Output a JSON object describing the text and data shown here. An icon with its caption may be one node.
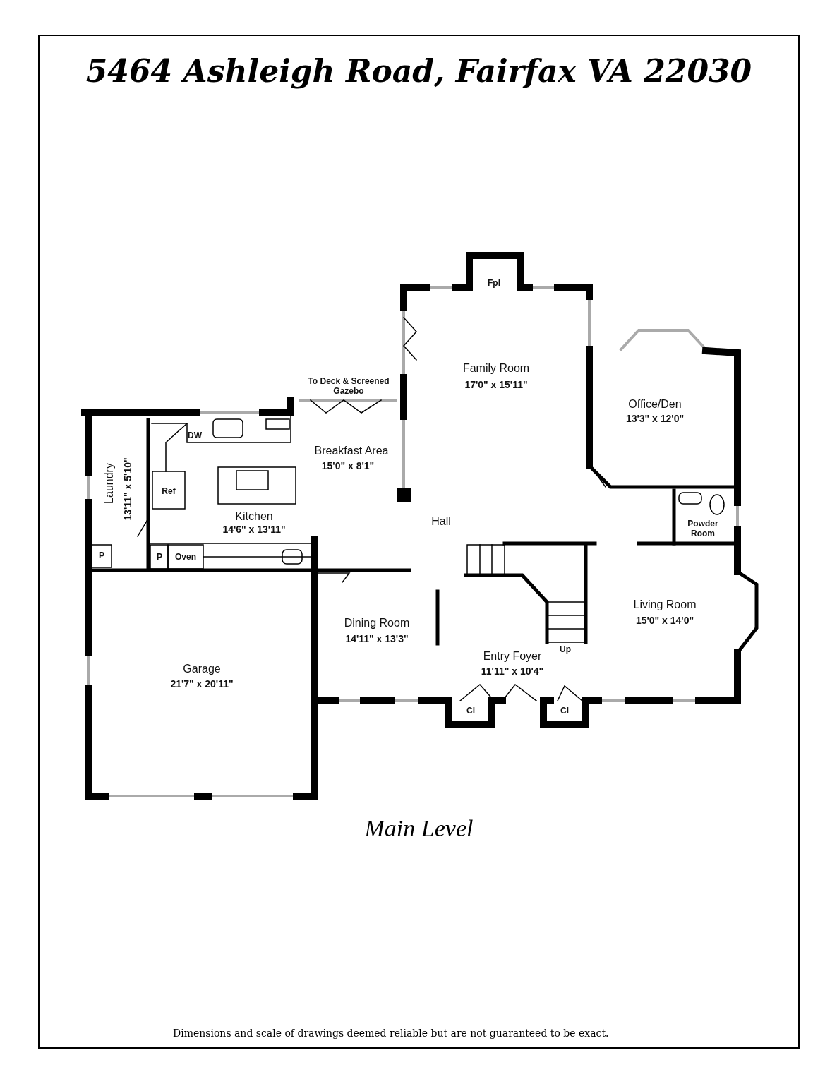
{
  "diagram": {
    "title": "5464 Ashleigh Road, Fairfax VA 22030",
    "caption": "Main Level",
    "labels": [
      "Fpl",
      "Family Room",
      "17'0\" x 15'11\"",
      "To Deck & Screened Gazebo",
      "Office/Den",
      "13'3\" x 12'0\"",
      "DW",
      "Breakfast Area",
      "15'0\" x 8'1\"",
      "Laundry",
      "13'11\" x 5'10\"",
      "Ref",
      "Kitchen",
      "14'6\" x 13'11\"",
      "Hall",
      "Powder Room",
      "P",
      "P",
      "Oven",
      "Living Room",
      "15'0\" x 14'0\"",
      "Dining Room",
      "14'11\" x 13'3\"",
      "Up",
      "Entry Foyer",
      "11'11\" x 10'4\"",
      "Garage",
      "21'7\" x 20'11\"",
      "Cl",
      "Cl",
      "Dimensions and scale of drawings deemed reliable but are not guaranteed to be exact."
    ]
  }
}
